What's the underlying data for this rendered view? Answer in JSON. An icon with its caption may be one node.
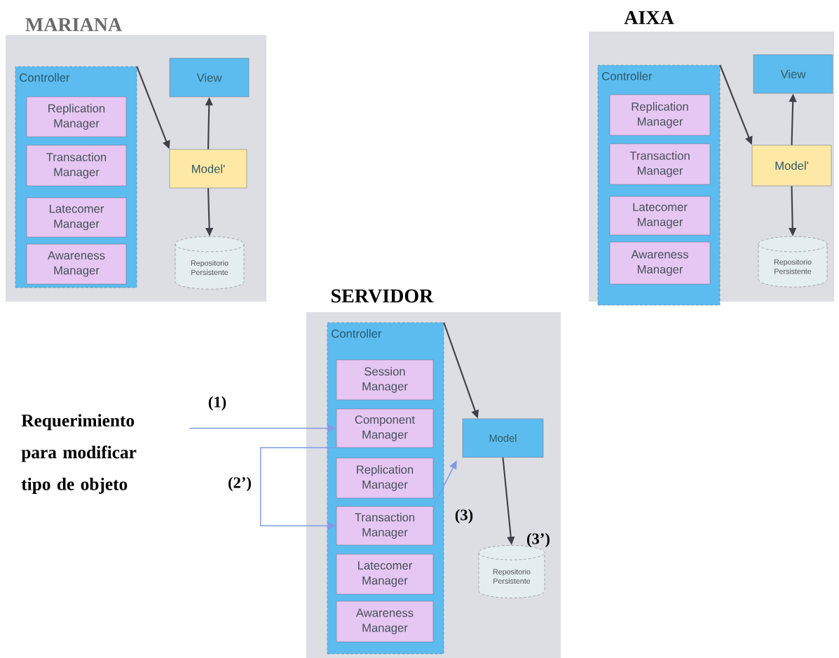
{
  "diagram": {
    "nodes": [
      {
        "text": [
          "MARIANA"
        ]
      },
      {
        "text": [
          "Controller"
        ],
        "in": 0
      },
      {
        "text": [
          "Replication Manager"
        ],
        "in": 1
      },
      {
        "text": [
          "Transaction Manager"
        ],
        "in": 1
      },
      {
        "text": [
          "Latecomer Manager"
        ],
        "in": 1
      },
      {
        "text": [
          "Awareness Manager"
        ],
        "in": 1
      },
      {
        "text": [
          "View"
        ],
        "in": 0
      },
      {
        "text": [
          "Model'"
        ],
        "in": 0
      },
      {
        "text": [
          "Repositorio Persistente"
        ],
        "in": 0
      },
      {
        "text": [
          "AIXA"
        ]
      },
      {
        "text": [
          "Controller"
        ],
        "in": 9
      },
      {
        "text": [
          "Replication Manager"
        ],
        "in": 10
      },
      {
        "text": [
          "Transaction Manager"
        ],
        "in": 10
      },
      {
        "text": [
          "Latecomer Manager"
        ],
        "in": 10
      },
      {
        "text": [
          "Awareness Manager"
        ],
        "in": 10
      },
      {
        "text": [
          "View"
        ],
        "in": 9
      },
      {
        "text": [
          "Model'"
        ],
        "in": 9
      },
      {
        "text": [
          "Repositorio Persistente"
        ],
        "in": 9
      },
      {
        "text": [
          "SERVIDOR"
        ]
      },
      {
        "text": [
          "Controller"
        ],
        "in": 18
      },
      {
        "text": [
          "Session Manager"
        ],
        "in": 19
      },
      {
        "text": [
          "Component Manager"
        ],
        "in": 19
      },
      {
        "text": [
          "Replication Manager"
        ],
        "in": 19
      },
      {
        "text": [
          "Transaction Manager"
        ],
        "in": 19
      },
      {
        "text": [
          "Latecomer Manager"
        ],
        "in": 19
      },
      {
        "text": [
          "Awareness Manager"
        ],
        "in": 19
      },
      {
        "text": [
          "Model"
        ],
        "in": 18
      },
      {
        "text": [
          "Repositorio Persistente"
        ],
        "in": 18
      },
      {
        "text": [
          "Requerimiento para modificar tipo de objeto"
        ]
      }
    ],
    "edges": [
      {
        "from": 1,
        "to": 7,
        "arrow": "to"
      },
      {
        "from": 7,
        "to": 6,
        "arrow": "to"
      },
      {
        "from": 7,
        "to": 8,
        "arrow": "to"
      },
      {
        "from": 10,
        "to": 16,
        "arrow": "to"
      },
      {
        "from": 16,
        "to": 15,
        "arrow": "to"
      },
      {
        "from": 16,
        "to": 17,
        "arrow": "to"
      },
      {
        "from": 19,
        "to": 26,
        "arrow": "to"
      },
      {
        "from": 28,
        "to": 21,
        "arrow": "to",
        "label": "(1)",
        "color": "#7f9be6"
      },
      {
        "from": 21,
        "to": 23,
        "arrow": "to",
        "label": "(2’)",
        "color": "#7f9be6"
      },
      {
        "from": 23,
        "to": 26,
        "arrow": "to",
        "label": "(3)",
        "color": "#7f9be6"
      },
      {
        "from": 26,
        "to": 27,
        "arrow": "to",
        "label": "(3’)"
      }
    ]
  }
}
